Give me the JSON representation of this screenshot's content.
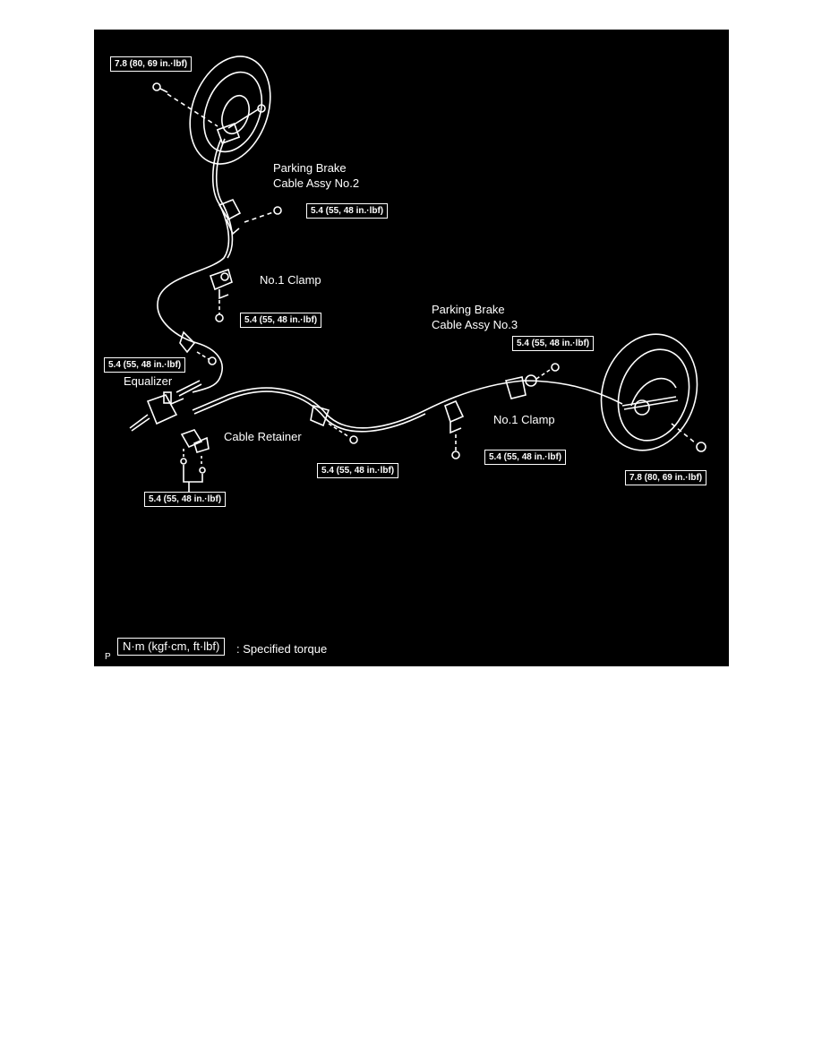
{
  "labels": {
    "cable2_line1": "Parking Brake",
    "cable2_line2": "Cable Assy No.2",
    "cable3_line1": "Parking Brake",
    "cable3_line2": "Cable Assy No.3",
    "clamp_upper": "No.1 Clamp",
    "clamp_lower": "No.1 Clamp",
    "equalizer": "Equalizer",
    "cable_retainer": "Cable Retainer"
  },
  "torques": {
    "t_top_left": "7.8 (80, 69 in.·lbf)",
    "t_upper_mid": "5.4 (55, 48 in.·lbf)",
    "t_clamp_upper": "5.4 (55, 48 in.·lbf)",
    "t_equalizer": "5.4 (55, 48 in.·lbf)",
    "t_right_upper": "5.4 (55, 48 in.·lbf)",
    "t_center": "5.4 (55, 48 in.·lbf)",
    "t_clamp_lower": "5.4 (55, 48 in.·lbf)",
    "t_bottom_right": "7.8 (80, 69 in.·lbf)",
    "t_bottom_left": "5.4 (55, 48 in.·lbf)"
  },
  "legend": {
    "box": "N·m (kgf·cm, ft·lbf)",
    "text": ": Specified torque",
    "marker": "P"
  },
  "colors": {
    "background": "#000000",
    "ink": "#ffffff",
    "page": "#ffffff"
  }
}
